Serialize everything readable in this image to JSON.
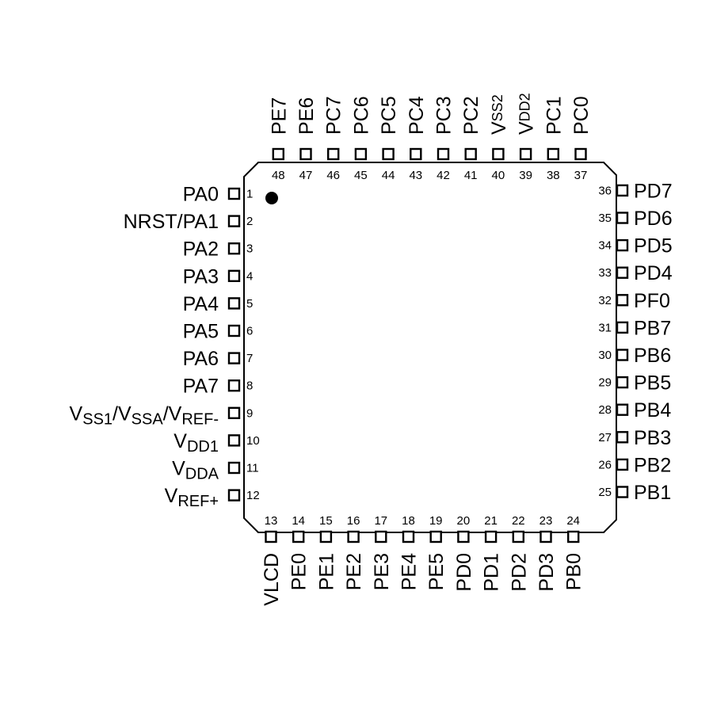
{
  "package": {
    "pin1_marker": "dot",
    "left_pins": [
      {
        "num": "1",
        "name": "PA0"
      },
      {
        "num": "2",
        "name": "NRST/PA1"
      },
      {
        "num": "3",
        "name": "PA2"
      },
      {
        "num": "4",
        "name": "PA3"
      },
      {
        "num": "5",
        "name": "PA4"
      },
      {
        "num": "6",
        "name": "PA5"
      },
      {
        "num": "7",
        "name": "PA6"
      },
      {
        "num": "8",
        "name": "PA7"
      },
      {
        "num": "9",
        "name": "VSS1/VSSA/VREF-",
        "parts": [
          [
            "V",
            ""
          ],
          [
            "SS1",
            "sub"
          ],
          [
            "/V",
            ""
          ],
          [
            "SSA",
            "sub"
          ],
          [
            "/V",
            ""
          ],
          [
            "REF-",
            "sub"
          ]
        ]
      },
      {
        "num": "10",
        "name": "VDD1",
        "parts": [
          [
            "V",
            ""
          ],
          [
            "DD1",
            "sub"
          ]
        ]
      },
      {
        "num": "11",
        "name": "VDDA",
        "parts": [
          [
            "V",
            ""
          ],
          [
            "DDA",
            "sub"
          ]
        ]
      },
      {
        "num": "12",
        "name": "VREF+",
        "parts": [
          [
            "V",
            ""
          ],
          [
            "REF+",
            "sub"
          ]
        ]
      }
    ],
    "bottom_pins": [
      {
        "num": "13",
        "name": "VLCD"
      },
      {
        "num": "14",
        "name": "PE0"
      },
      {
        "num": "15",
        "name": "PE1"
      },
      {
        "num": "16",
        "name": "PE2"
      },
      {
        "num": "17",
        "name": "PE3"
      },
      {
        "num": "18",
        "name": "PE4"
      },
      {
        "num": "19",
        "name": "PE5"
      },
      {
        "num": "20",
        "name": "PD0"
      },
      {
        "num": "21",
        "name": "PD1"
      },
      {
        "num": "22",
        "name": "PD2"
      },
      {
        "num": "23",
        "name": "PD3"
      },
      {
        "num": "24",
        "name": "PB0"
      }
    ],
    "right_pins": [
      {
        "num": "25",
        "name": "PB1"
      },
      {
        "num": "26",
        "name": "PB2"
      },
      {
        "num": "27",
        "name": "PB3"
      },
      {
        "num": "28",
        "name": "PB4"
      },
      {
        "num": "29",
        "name": "PB5"
      },
      {
        "num": "30",
        "name": "PB6"
      },
      {
        "num": "31",
        "name": "PB7"
      },
      {
        "num": "32",
        "name": "PF0"
      },
      {
        "num": "33",
        "name": "PD4"
      },
      {
        "num": "34",
        "name": "PD5"
      },
      {
        "num": "35",
        "name": "PD6"
      },
      {
        "num": "36",
        "name": "PD7"
      }
    ],
    "top_pins": [
      {
        "num": "37",
        "name": "PC0"
      },
      {
        "num": "38",
        "name": "PC1"
      },
      {
        "num": "39",
        "name": "VDD2",
        "parts": [
          [
            "V",
            ""
          ],
          [
            "DD2",
            "sub"
          ]
        ]
      },
      {
        "num": "40",
        "name": "VSS2",
        "parts": [
          [
            "V",
            ""
          ],
          [
            "SS2",
            "sub"
          ]
        ]
      },
      {
        "num": "41",
        "name": "PC2"
      },
      {
        "num": "42",
        "name": "PC3"
      },
      {
        "num": "43",
        "name": "PC4"
      },
      {
        "num": "44",
        "name": "PC5"
      },
      {
        "num": "45",
        "name": "PC6"
      },
      {
        "num": "46",
        "name": "PC7"
      },
      {
        "num": "47",
        "name": "PE6"
      },
      {
        "num": "48",
        "name": "PE7"
      }
    ]
  }
}
